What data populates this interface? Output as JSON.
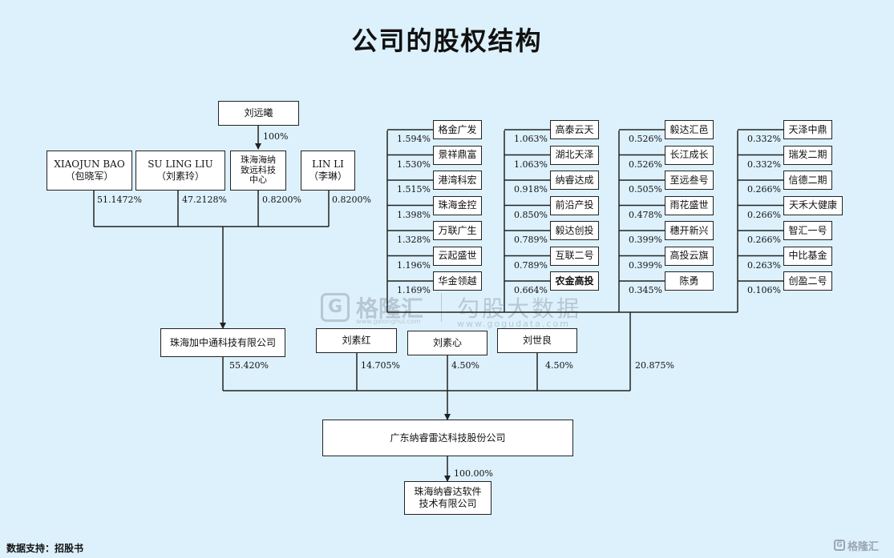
{
  "title": "公司的股权结构",
  "top_holder": {
    "name": "刘远曦",
    "pct": "100%"
  },
  "founders": [
    {
      "name_en": "XIAOJUN BAO",
      "name_cn": "（包晓军）",
      "pct": "51.1472%"
    },
    {
      "name_en": "SU LING LIU",
      "name_cn": "（刘素玲）",
      "pct": "47.2128%"
    },
    {
      "name_l1": "珠海海纳",
      "name_l2": "致远科技",
      "name_l3": "中心",
      "pct": "0.8200%"
    },
    {
      "name_en": "LIN LI",
      "name_cn": "（李琳）",
      "pct": "0.8200%"
    }
  ],
  "investor_columns": [
    {
      "items": [
        {
          "name": "格金广发",
          "pct": "1.594%"
        },
        {
          "name": "景祥鼎富",
          "pct": "1.530%"
        },
        {
          "name": "港湾科宏",
          "pct": "1.515%"
        },
        {
          "name": "珠海金控",
          "pct": "1.398%"
        },
        {
          "name": "万联广生",
          "pct": "1.328%"
        },
        {
          "name": "云起盛世",
          "pct": "1.196%"
        },
        {
          "name": "华金领越",
          "pct": "1.169%"
        }
      ]
    },
    {
      "items": [
        {
          "name": "高泰云天",
          "pct": "1.063%"
        },
        {
          "name": "湖北天泽",
          "pct": "1.063%"
        },
        {
          "name": "纳睿达成",
          "pct": "0.918%"
        },
        {
          "name": "前沿产投",
          "pct": "0.850%"
        },
        {
          "name": "毅达创投",
          "pct": "0.789%"
        },
        {
          "name": "互联二号",
          "pct": "0.789%"
        },
        {
          "name": "农金高投",
          "pct": "0.664%"
        }
      ]
    },
    {
      "items": [
        {
          "name": "毅达汇邑",
          "pct": "0.526%"
        },
        {
          "name": "长江成长",
          "pct": "0.526%"
        },
        {
          "name": "至远叁号",
          "pct": "0.505%"
        },
        {
          "name": "雨花盛世",
          "pct": "0.478%"
        },
        {
          "name": "穗开新兴",
          "pct": "0.399%"
        },
        {
          "name": "高投云旗",
          "pct": "0.399%"
        },
        {
          "name": "陈勇",
          "pct": "0.345%"
        }
      ]
    },
    {
      "items": [
        {
          "name": "天泽中鼎",
          "pct": "0.332%"
        },
        {
          "name": "瑞发二期",
          "pct": "0.332%"
        },
        {
          "name": "信德二期",
          "pct": "0.266%"
        },
        {
          "name": "天禾大健康",
          "pct": "0.266%"
        },
        {
          "name": "智汇一号",
          "pct": "0.266%"
        },
        {
          "name": "中比基金",
          "pct": "0.263%"
        },
        {
          "name": "创盈二号",
          "pct": "0.106%"
        }
      ]
    }
  ],
  "mid_holders": [
    {
      "name": "珠海加中通科技有限公司",
      "pct": "55.420%"
    },
    {
      "name": "刘素红",
      "pct": "14.705%"
    },
    {
      "name": "刘素心",
      "pct": "4.50%"
    },
    {
      "name": "刘世良",
      "pct": "4.50%"
    }
  ],
  "investors_total_pct": "20.875%",
  "company": "广东纳睿雷达科技股份公司",
  "subsidiary": {
    "pct": "100.00%",
    "name_l1": "珠海纳睿达软件",
    "name_l2": "技术有限公司"
  },
  "watermark": {
    "brand": "格隆汇",
    "brand_url": "www.gelonghui.com",
    "sub": "勾股大数据",
    "sub_url": "www.gogudata.com"
  },
  "footer": "数据支持：招股书",
  "corner_logo": "格隆汇"
}
